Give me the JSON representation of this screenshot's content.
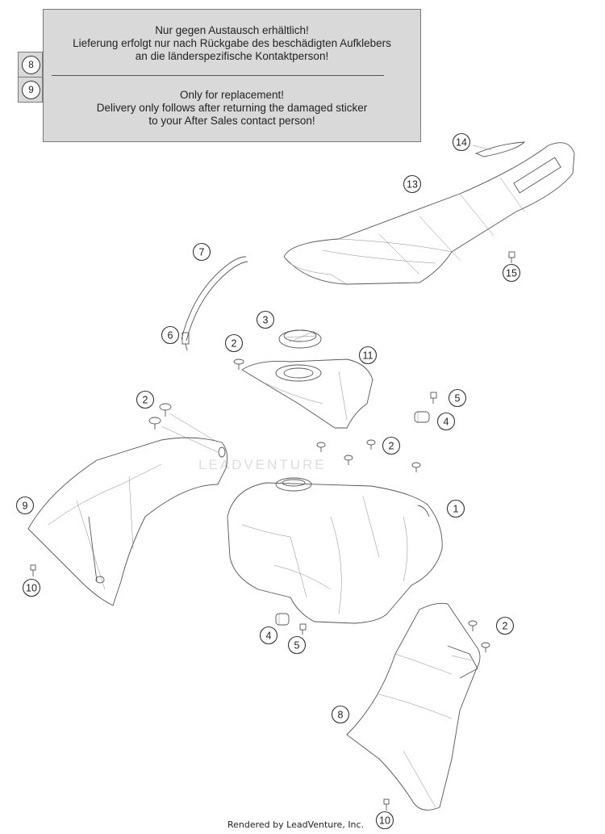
{
  "notice": {
    "de_line1": "Nur gegen Austausch erhältlich!",
    "de_line2": "Lieferung erfolgt nur nach Rückgabe des beschädigten Aufklebers",
    "de_line3": "an die länderspezifische Kontaktperson!",
    "en_line1": "Only for replacement!",
    "en_line2": "Delivery only follows after returning the damaged sticker",
    "en_line3": "to your After Sales contact person!",
    "side_labels": [
      "8",
      "9"
    ]
  },
  "callouts": [
    {
      "id": "c14",
      "label": "14"
    },
    {
      "id": "c13",
      "label": "13"
    },
    {
      "id": "c7",
      "label": "7"
    },
    {
      "id": "c15",
      "label": "15"
    },
    {
      "id": "c3",
      "label": "3"
    },
    {
      "id": "c2a",
      "label": "2"
    },
    {
      "id": "c6",
      "label": "6"
    },
    {
      "id": "c11",
      "label": "11"
    },
    {
      "id": "c5a",
      "label": "5"
    },
    {
      "id": "c2b",
      "label": "2"
    },
    {
      "id": "c4a",
      "label": "4"
    },
    {
      "id": "c2c",
      "label": "2"
    },
    {
      "id": "c9",
      "label": "9"
    },
    {
      "id": "c1",
      "label": "1"
    },
    {
      "id": "c10a",
      "label": "10"
    },
    {
      "id": "c4b",
      "label": "4"
    },
    {
      "id": "c5b",
      "label": "5"
    },
    {
      "id": "c2d",
      "label": "2"
    },
    {
      "id": "c8",
      "label": "8"
    },
    {
      "id": "c10b",
      "label": "10"
    }
  ],
  "watermark": "LEADVENTURE",
  "footer": "Rendered by LeadVenture, Inc."
}
